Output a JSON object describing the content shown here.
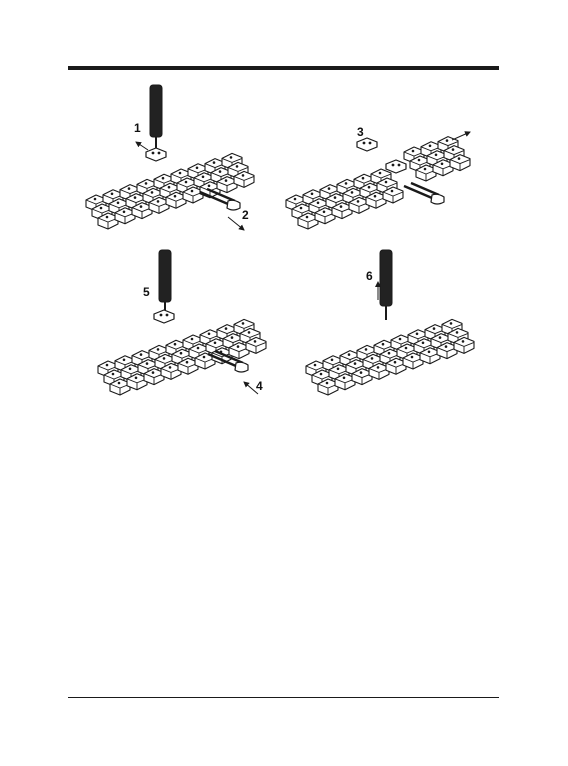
{
  "figure": {
    "steps": [
      {
        "label": "1",
        "action": "remove-clip"
      },
      {
        "label": "2",
        "action": "pull-pins-out"
      },
      {
        "label": "3",
        "action": "separate-links"
      },
      {
        "label": "4",
        "action": "insert-pins"
      },
      {
        "label": "5",
        "action": "press-clip"
      },
      {
        "label": "6",
        "action": "lift-tool"
      }
    ]
  },
  "colors": {
    "ink": "#1a1a1a",
    "link_fill": "#ffffff",
    "tool_fill": "#222222"
  }
}
